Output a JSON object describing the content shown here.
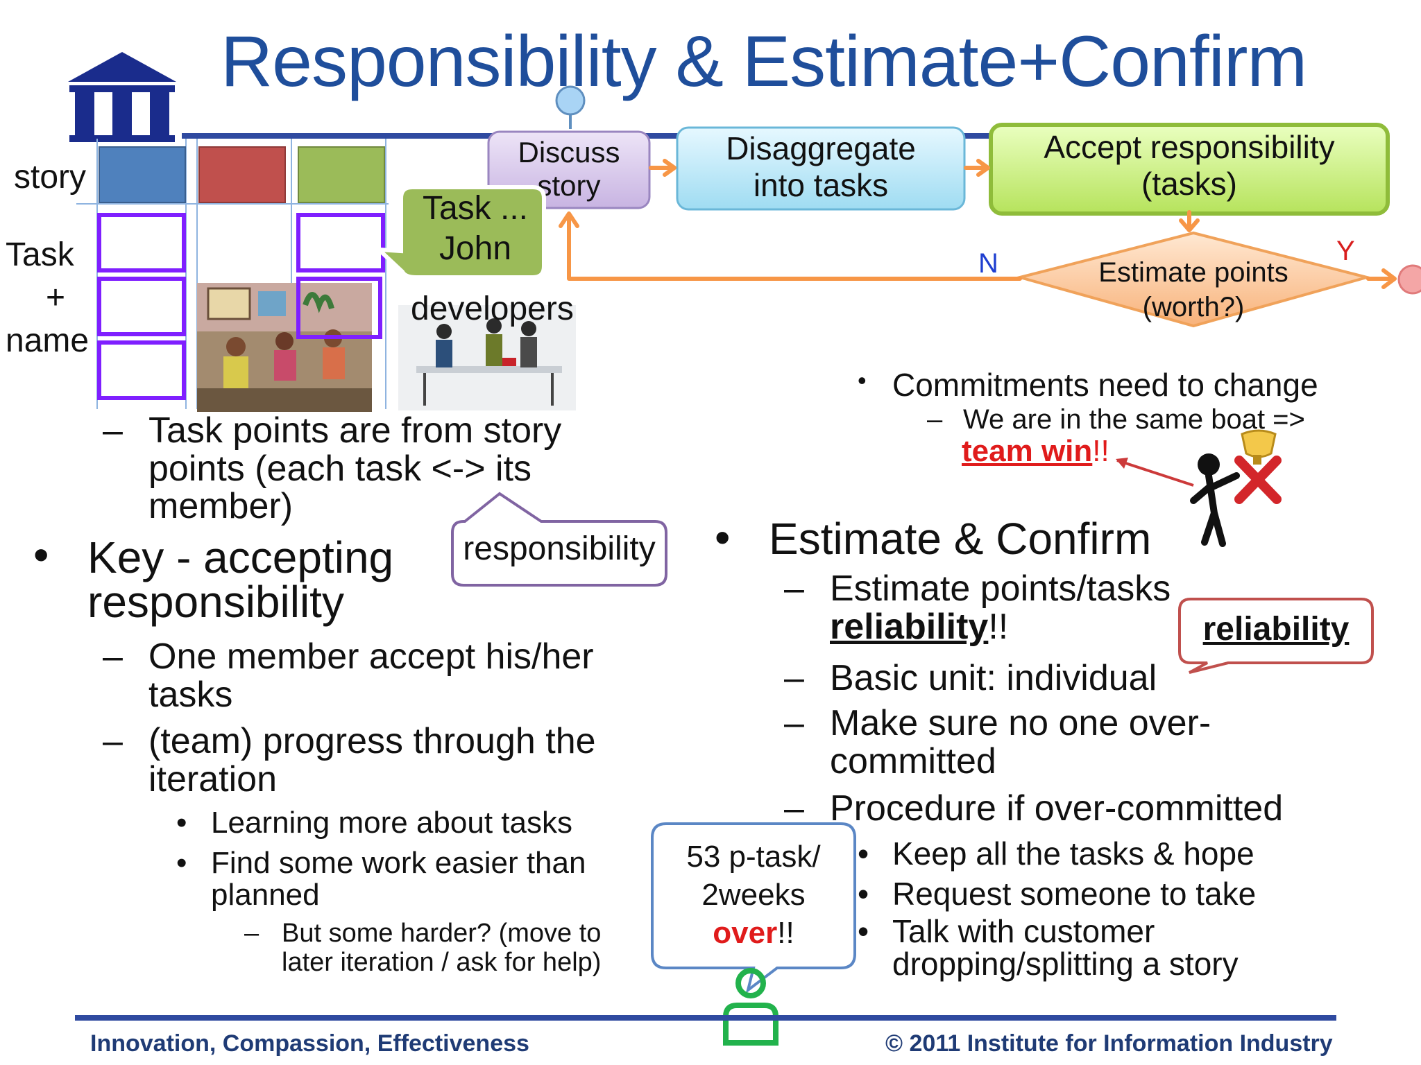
{
  "title": "Responsibility & Estimate+Confirm",
  "board": {
    "row_story": "story",
    "row_task": "Task",
    "row_plus": "+",
    "row_name": "name",
    "story_colors": [
      "#4f81bd",
      "#c0504d",
      "#9bbb59"
    ],
    "task_border_color": "#7f1fff"
  },
  "flow": {
    "discuss": "Discuss\nstory",
    "disaggregate": "Disaggregate\ninto tasks",
    "accept": "Accept responsibility\n(tasks)",
    "estimate": "Estimate points\n(worth?)",
    "no_label": "N",
    "yes_label": "Y",
    "arrow_color": "#f79646"
  },
  "task_callout": "Task ...\nJohn",
  "developers_label": "developers",
  "left": {
    "task_points_line1": "Task points are from story",
    "task_points_line2": "points (each task <-> its",
    "task_points_line3": "member)",
    "key_line1": "Key - accepting",
    "key_line2": "responsibility",
    "one_member_line1": "One member accept his/her",
    "one_member_line2": "tasks",
    "team_progress_line1": "(team) progress through the",
    "team_progress_line2": "iteration",
    "learning": "Learning more about tasks",
    "find_easier_line1": "Find some work easier than",
    "find_easier_line2": "planned",
    "but_harder_line1": "But some harder? (move to",
    "but_harder_line2": "later iteration / ask for help)"
  },
  "responsibility_callout": "responsibility",
  "right": {
    "commitments": "Commitments need to change",
    "same_boat": "We are in the same boat =>",
    "team_win": "team win",
    "team_win_suffix": "!!",
    "estimate_confirm": "Estimate & Confirm",
    "estimate_points_tasks": "Estimate points/tasks",
    "reliability": "reliability",
    "reliability_suffix": "!!",
    "basic_unit": "Basic unit: individual",
    "make_sure_line1": "Make sure no one over-",
    "make_sure_line2": "committed",
    "procedure": "Procedure if over-committed",
    "keep_all": "Keep all the tasks & hope",
    "request": "Request someone to take",
    "talk_line1": "Talk with customer",
    "talk_line2": "dropping/splitting a story"
  },
  "reliability_callout": "reliability",
  "over_callout": {
    "line1": "53 p-task/",
    "line2": "2weeks",
    "line3": "over",
    "line3_suffix": "!!"
  },
  "footer": {
    "left": "Innovation, Compassion, Effectiveness",
    "right": "© 2011 Institute for Information Industry"
  }
}
